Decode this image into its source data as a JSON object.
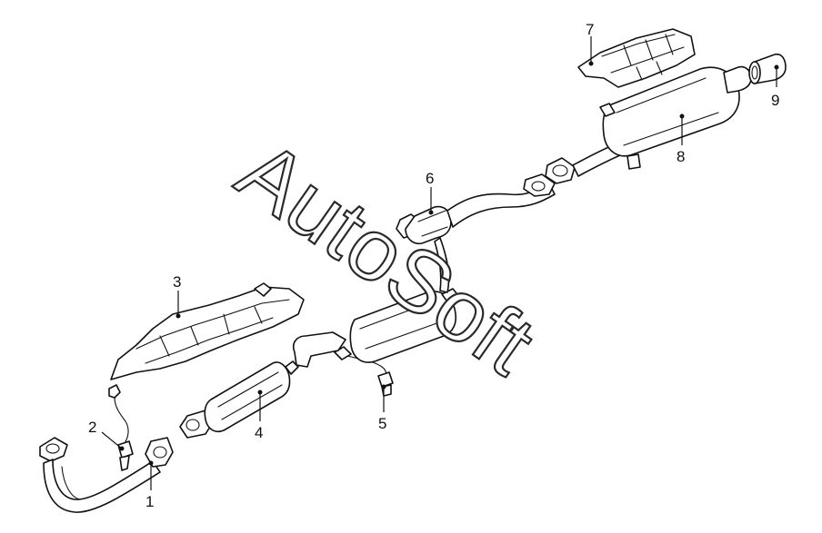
{
  "watermark": {
    "text": "AutoSoft"
  },
  "callouts": [
    {
      "id": "1",
      "label": "1"
    },
    {
      "id": "2",
      "label": "2"
    },
    {
      "id": "3",
      "label": "3"
    },
    {
      "id": "4",
      "label": "4"
    },
    {
      "id": "5",
      "label": "5"
    },
    {
      "id": "6",
      "label": "6"
    },
    {
      "id": "7",
      "label": "7"
    },
    {
      "id": "8",
      "label": "8"
    },
    {
      "id": "9",
      "label": "9"
    }
  ],
  "colors": {
    "line": "#111111",
    "background": "#ffffff"
  }
}
